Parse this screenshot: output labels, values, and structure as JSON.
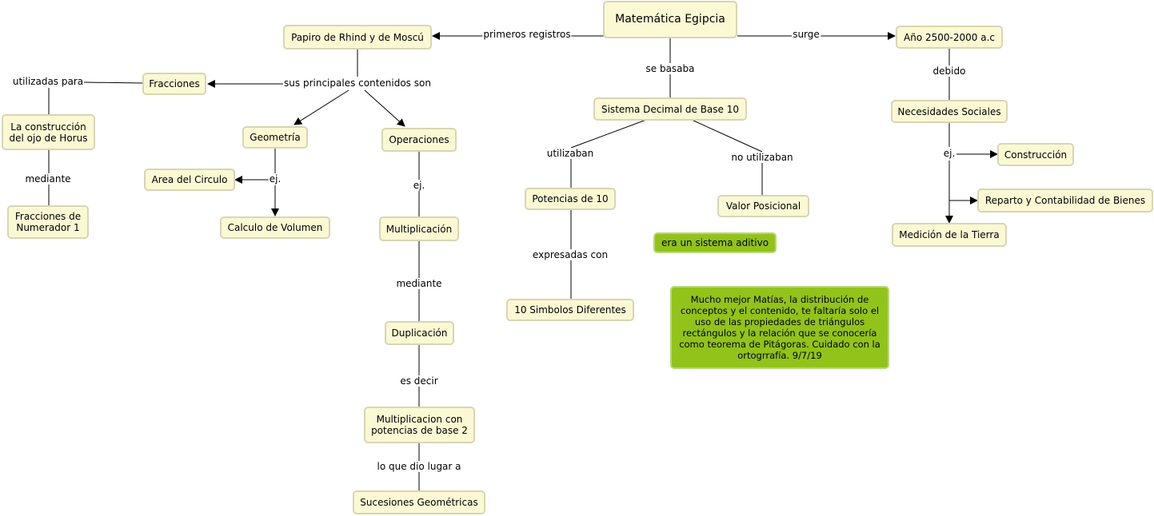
{
  "nodes": {
    "matematica_egipcia": "Matemática Egipcia",
    "papiro": "Papiro de Rhind y de Moscú",
    "anio": "Año 2500-2000 a.c",
    "sistema_decimal": "Sistema Decimal de Base 10",
    "necesidades_sociales": "Necesidades Sociales",
    "fracciones": "Fracciones",
    "ojo_horus": "La construcción\ndel ojo de Horus",
    "fracciones_numerador": "Fracciones de\nNumerador 1",
    "geometria": "Geometría",
    "area_circulo": "Area del Circulo",
    "calculo_volumen": "Calculo de Volumen",
    "operaciones": "Operaciones",
    "multiplicacion": "Multiplicación",
    "duplicacion": "Duplicación",
    "multiplicacion_base2": "Multiplicacion con\npotencias de base 2",
    "sucesiones": "Sucesiones Geométricas",
    "potencias_10": "Potencias de 10",
    "simbolos": "10 Simbolos Diferentes",
    "valor_posicional": "Valor Posicional",
    "sistema_aditivo": "era un sistema aditivo",
    "construccion": "Construcción",
    "reparto": "Reparto y Contabilidad de Bienes",
    "medicion": "Medición de la Tierra",
    "comentario": "Mucho mejor Matías, la distribución de conceptos y el contenido, te faltaría solo el uso de las propiedades de triángulos rectángulos y la relación que se conocería como teorema de Pitágoras.  Cuidado con la ortogrrafía.  9/7/19"
  },
  "links": {
    "primeros_registros": "primeros registros",
    "surge": "surge",
    "se_basaba": "se basaba",
    "debido": "debido",
    "sus_principales": "sus principales contenidos son",
    "utilizadas_para": "utilizadas para",
    "mediante_horus": "mediante",
    "ej_geometria": "ej.",
    "ej_operaciones": "ej.",
    "mediante_mult": "mediante",
    "es_decir": "es decir",
    "lo_que_dio": "lo que dio lugar a",
    "utilizaban": "utilizaban",
    "no_utilizaban": "no utilizaban",
    "expresadas_con": "expresadas con",
    "ej_necesidades": "ej."
  },
  "colors": {
    "node_fill": "#fbf8d4",
    "node_border": "#d8d5b3",
    "highlight_fill": "#92c31a",
    "line": "#000000"
  }
}
